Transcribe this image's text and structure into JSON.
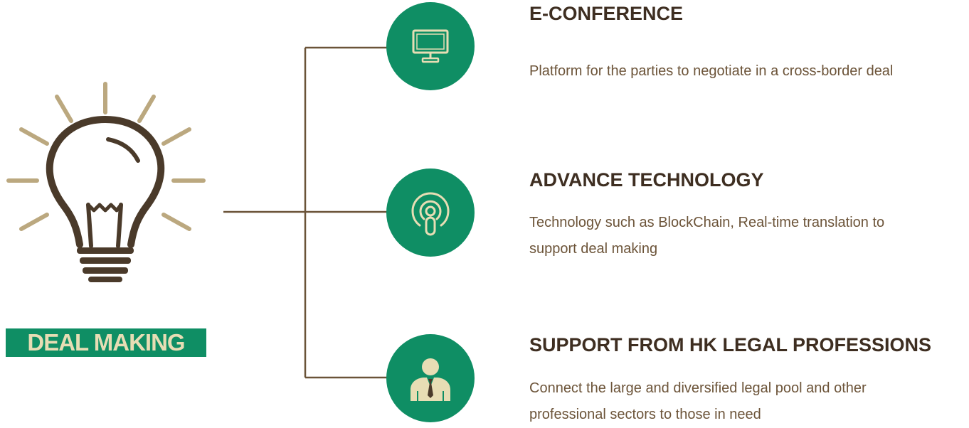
{
  "badge": {
    "label": "DEAL MAKING"
  },
  "colors": {
    "green": "#0f8e64",
    "cream": "#e7ddb4",
    "brown": "#4a3a2a",
    "ray": "#bba87f",
    "title": "#3e2e21",
    "text": "#6c5439"
  },
  "items": [
    {
      "icon": "monitor-icon",
      "title": "E-CONFERENCE",
      "lines": [
        "Platform for the parties to negotiate in a cross-border deal"
      ]
    },
    {
      "icon": "podcast-icon",
      "title": "ADVANCE TECHNOLOGY",
      "lines": [
        "Technology such as BlockChain, Real-time translation to",
        "support deal making"
      ]
    },
    {
      "icon": "businessman-icon",
      "title": "SUPPORT FROM HK LEGAL PROFESSIONS",
      "lines": [
        "Connect the large and diversified legal pool and other",
        "professional sectors to those in need"
      ]
    }
  ]
}
